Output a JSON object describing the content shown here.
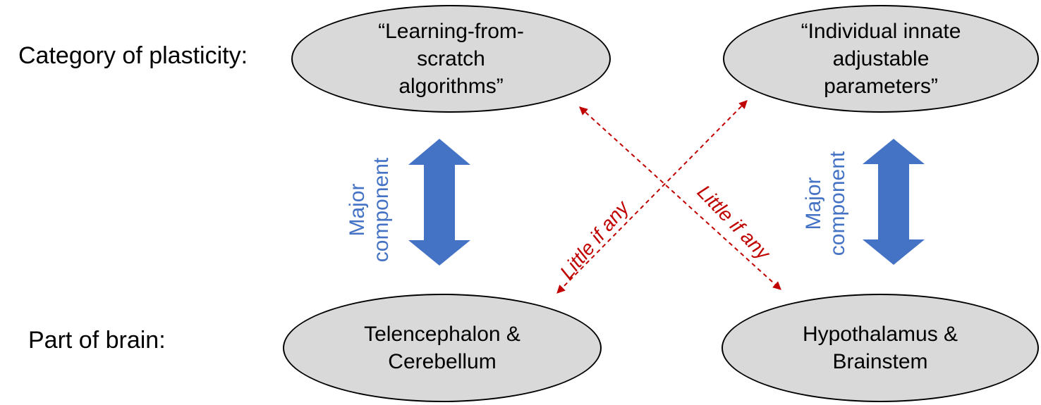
{
  "colors": {
    "ellipse_fill": "#d9d9d9",
    "ellipse_stroke": "#000000",
    "major_arrow": "#4472c4",
    "minor_arrow": "#c00000",
    "text": "#000000"
  },
  "rows": {
    "plasticity_label": "Category of plasticity:",
    "brain_label": "Part of brain:"
  },
  "nodes": {
    "learning": [
      "“Learning-from-",
      "scratch",
      "algorithms”"
    ],
    "innate": [
      "“Individual innate",
      "adjustable",
      "parameters”"
    ],
    "telencephalon": [
      "Telencephalon &",
      "Cerebellum"
    ],
    "hypothalamus": [
      "Hypothalamus &",
      "Brainstem"
    ]
  },
  "edges": {
    "major_left": [
      "Major",
      "component"
    ],
    "major_right": [
      "Major",
      "component"
    ],
    "minor_left": "Little if any",
    "minor_right": "Little if any"
  },
  "icons": {
    "major_arrow": "double-headed-block-arrow-icon",
    "minor_arrow": "dashed-double-headed-arrow-icon"
  }
}
